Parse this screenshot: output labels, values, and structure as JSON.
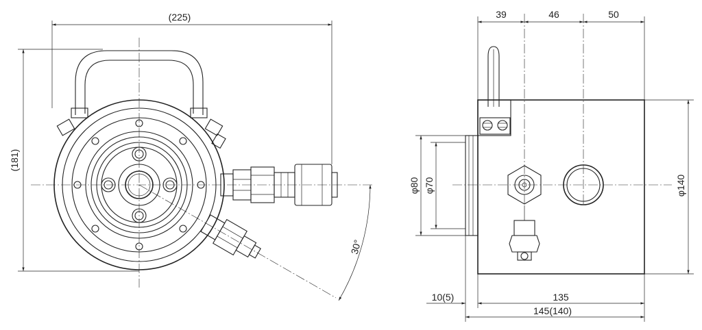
{
  "front_view": {
    "width_label": "(225)",
    "height_label": "(181)",
    "angle_label": "30°"
  },
  "side_view": {
    "top_dims": [
      "39",
      "46",
      "50"
    ],
    "dia_outer_label": "φ80",
    "dia_inner_label": "φ70",
    "dia_body_label": "φ140",
    "offset_label": "10(5)",
    "body_length_label": "135",
    "total_length_label": "145(140)"
  }
}
